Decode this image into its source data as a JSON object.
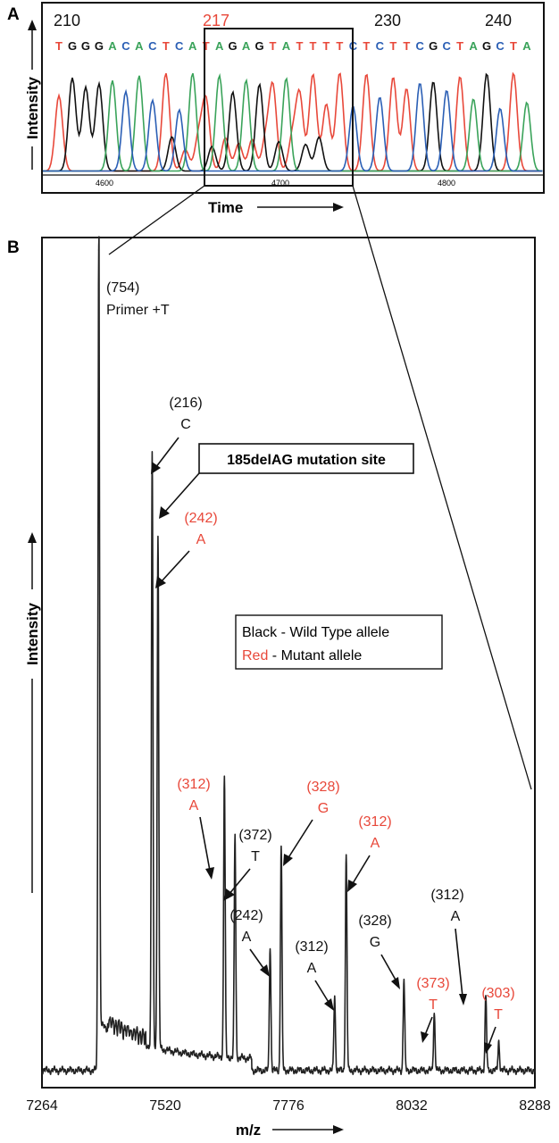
{
  "panel_a": {
    "letter": "A",
    "ylabel": "Intensity",
    "xlabel": "Time",
    "positions": [
      {
        "label": "210",
        "color": "#111111"
      },
      {
        "label": "217",
        "color": "#e8483a"
      },
      {
        "label": "230",
        "color": "#111111"
      },
      {
        "label": "240",
        "color": "#111111"
      }
    ],
    "ticks": [
      "4600",
      "4700",
      "4800"
    ],
    "bases": [
      {
        "b": "T",
        "c": "#e8483a"
      },
      {
        "b": "G",
        "c": "#111111"
      },
      {
        "b": "G",
        "c": "#111111"
      },
      {
        "b": "G",
        "c": "#111111"
      },
      {
        "b": "A",
        "c": "#3aa35a"
      },
      {
        "b": "C",
        "c": "#2b5fb5"
      },
      {
        "b": "A",
        "c": "#3aa35a"
      },
      {
        "b": "C",
        "c": "#2b5fb5"
      },
      {
        "b": "T",
        "c": "#e8483a"
      },
      {
        "b": "C",
        "c": "#2b5fb5"
      },
      {
        "b": "A",
        "c": "#3aa35a"
      },
      {
        "b": "T",
        "c": "#e8483a"
      },
      {
        "b": "A",
        "c": "#3aa35a"
      },
      {
        "b": "G",
        "c": "#111111"
      },
      {
        "b": "A",
        "c": "#3aa35a"
      },
      {
        "b": "G",
        "c": "#111111"
      },
      {
        "b": "T",
        "c": "#e8483a"
      },
      {
        "b": "A",
        "c": "#3aa35a"
      },
      {
        "b": "T",
        "c": "#e8483a"
      },
      {
        "b": "T",
        "c": "#e8483a"
      },
      {
        "b": "T",
        "c": "#e8483a"
      },
      {
        "b": "T",
        "c": "#e8483a"
      },
      {
        "b": "C",
        "c": "#2b5fb5"
      },
      {
        "b": "T",
        "c": "#e8483a"
      },
      {
        "b": "C",
        "c": "#2b5fb5"
      },
      {
        "b": "T",
        "c": "#e8483a"
      },
      {
        "b": "T",
        "c": "#e8483a"
      },
      {
        "b": "C",
        "c": "#2b5fb5"
      },
      {
        "b": "G",
        "c": "#111111"
      },
      {
        "b": "C",
        "c": "#2b5fb5"
      },
      {
        "b": "T",
        "c": "#e8483a"
      },
      {
        "b": "A",
        "c": "#3aa35a"
      },
      {
        "b": "G",
        "c": "#111111"
      },
      {
        "b": "C",
        "c": "#2b5fb5"
      },
      {
        "b": "T",
        "c": "#e8483a"
      },
      {
        "b": "A",
        "c": "#3aa35a"
      }
    ],
    "base_colors": {
      "A": "#3aa35a",
      "C": "#2b5fb5",
      "G": "#111111",
      "T": "#e8483a"
    }
  },
  "chart_data": {
    "type": "line",
    "title": "",
    "panel_letter": "B",
    "xlabel": "m/z",
    "ylabel": "Intensity",
    "xlim": [
      7264,
      8288
    ],
    "ylim": [
      0,
      100
    ],
    "xticks": [
      "7264",
      "7520",
      "7776",
      "8032",
      "8288"
    ],
    "peaks": [
      {
        "mz": 7382,
        "h": 100
      },
      {
        "mz": 7493,
        "h": 72
      },
      {
        "mz": 7505,
        "h": 62
      },
      {
        "mz": 7643,
        "h": 34
      },
      {
        "mz": 7665,
        "h": 27
      },
      {
        "mz": 7738,
        "h": 15
      },
      {
        "mz": 7761,
        "h": 27
      },
      {
        "mz": 7872,
        "h": 9
      },
      {
        "mz": 7896,
        "h": 26
      },
      {
        "mz": 8016,
        "h": 11
      },
      {
        "mz": 8079,
        "h": 7
      },
      {
        "mz": 8186,
        "h": 9
      },
      {
        "mz": 8213,
        "h": 3.5
      }
    ],
    "annotations": [
      {
        "mass": "(754)",
        "base": "Primer +T",
        "color": "#111111"
      },
      {
        "mass": "(216)",
        "base": "C",
        "color": "#111111"
      },
      {
        "mass": "(242)",
        "base": "A",
        "color": "#e8483a"
      },
      {
        "mass": "(312)",
        "base": "A",
        "color": "#e8483a"
      },
      {
        "mass": "(372)",
        "base": "T",
        "color": "#111111"
      },
      {
        "mass": "(242)",
        "base": "A",
        "color": "#111111"
      },
      {
        "mass": "(328)",
        "base": "G",
        "color": "#e8483a"
      },
      {
        "mass": "(312)",
        "base": "A",
        "color": "#111111"
      },
      {
        "mass": "(312)",
        "base": "A",
        "color": "#e8483a"
      },
      {
        "mass": "(328)",
        "base": "G",
        "color": "#111111"
      },
      {
        "mass": "(373)",
        "base": "T",
        "color": "#e8483a"
      },
      {
        "mass": "(312)",
        "base": "A",
        "color": "#111111"
      },
      {
        "mass": "(303)",
        "base": "T",
        "color": "#e8483a"
      }
    ],
    "callout": "185delAG mutation site",
    "legend": {
      "wild_word": "Black",
      "wild_rest": " - Wild Type allele",
      "mut_word": "Red",
      "mut_rest": " - Mutant allele",
      "mut_color": "#e8483a"
    }
  }
}
